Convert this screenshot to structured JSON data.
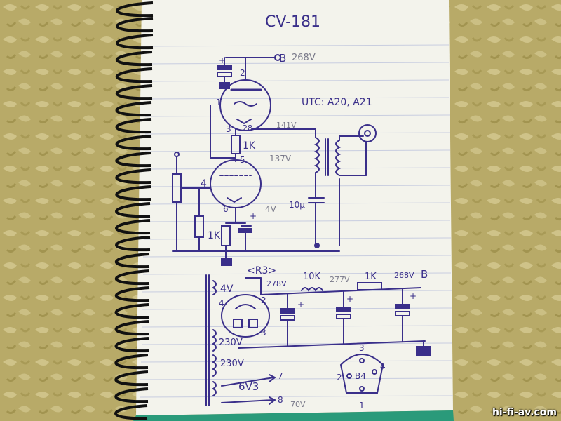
{
  "photo": {
    "description_free": true,
    "colors": {
      "background": "#b9ac6c",
      "paper": "#f4f4ee",
      "ink": "#3a2f8a",
      "pencil": "#7a7a8a",
      "spiral": "#111111"
    }
  },
  "schematic": {
    "title": "CV-181",
    "b_label": "B",
    "v_268_top": "268V",
    "transformer_label": "UTC: A20, A21",
    "v_141": "141V",
    "v_137": "137V",
    "v_4": "4V",
    "r_1k_top": "1K",
    "r_1k_bottom": "1K",
    "cap_10u": "10μ",
    "pin_1": "1",
    "pin_2": "2",
    "pin_3": "3",
    "pin_4": "4",
    "pin_5": "5",
    "pin_6": "6",
    "pin_28": "28",
    "plus": "+",
    "rect_tube": "<R3>",
    "rect_4v": "4V",
    "v_278": "278V",
    "r_10k": "10K",
    "v_277": "277V",
    "r_1k_psu": "1K",
    "v_268_psu": "268V",
    "b_label_psu": "B",
    "v_230_1": "230V",
    "v_230_2": "230V",
    "heater_6v3": "6V3",
    "heater_7": "7",
    "heater_8": "8",
    "v_70": "70V",
    "socket_3": "3",
    "socket_2": "2",
    "socket_4": "4",
    "socket_1": "1",
    "socket_b4": "B4"
  },
  "watermark": "hi-fi-av.com"
}
